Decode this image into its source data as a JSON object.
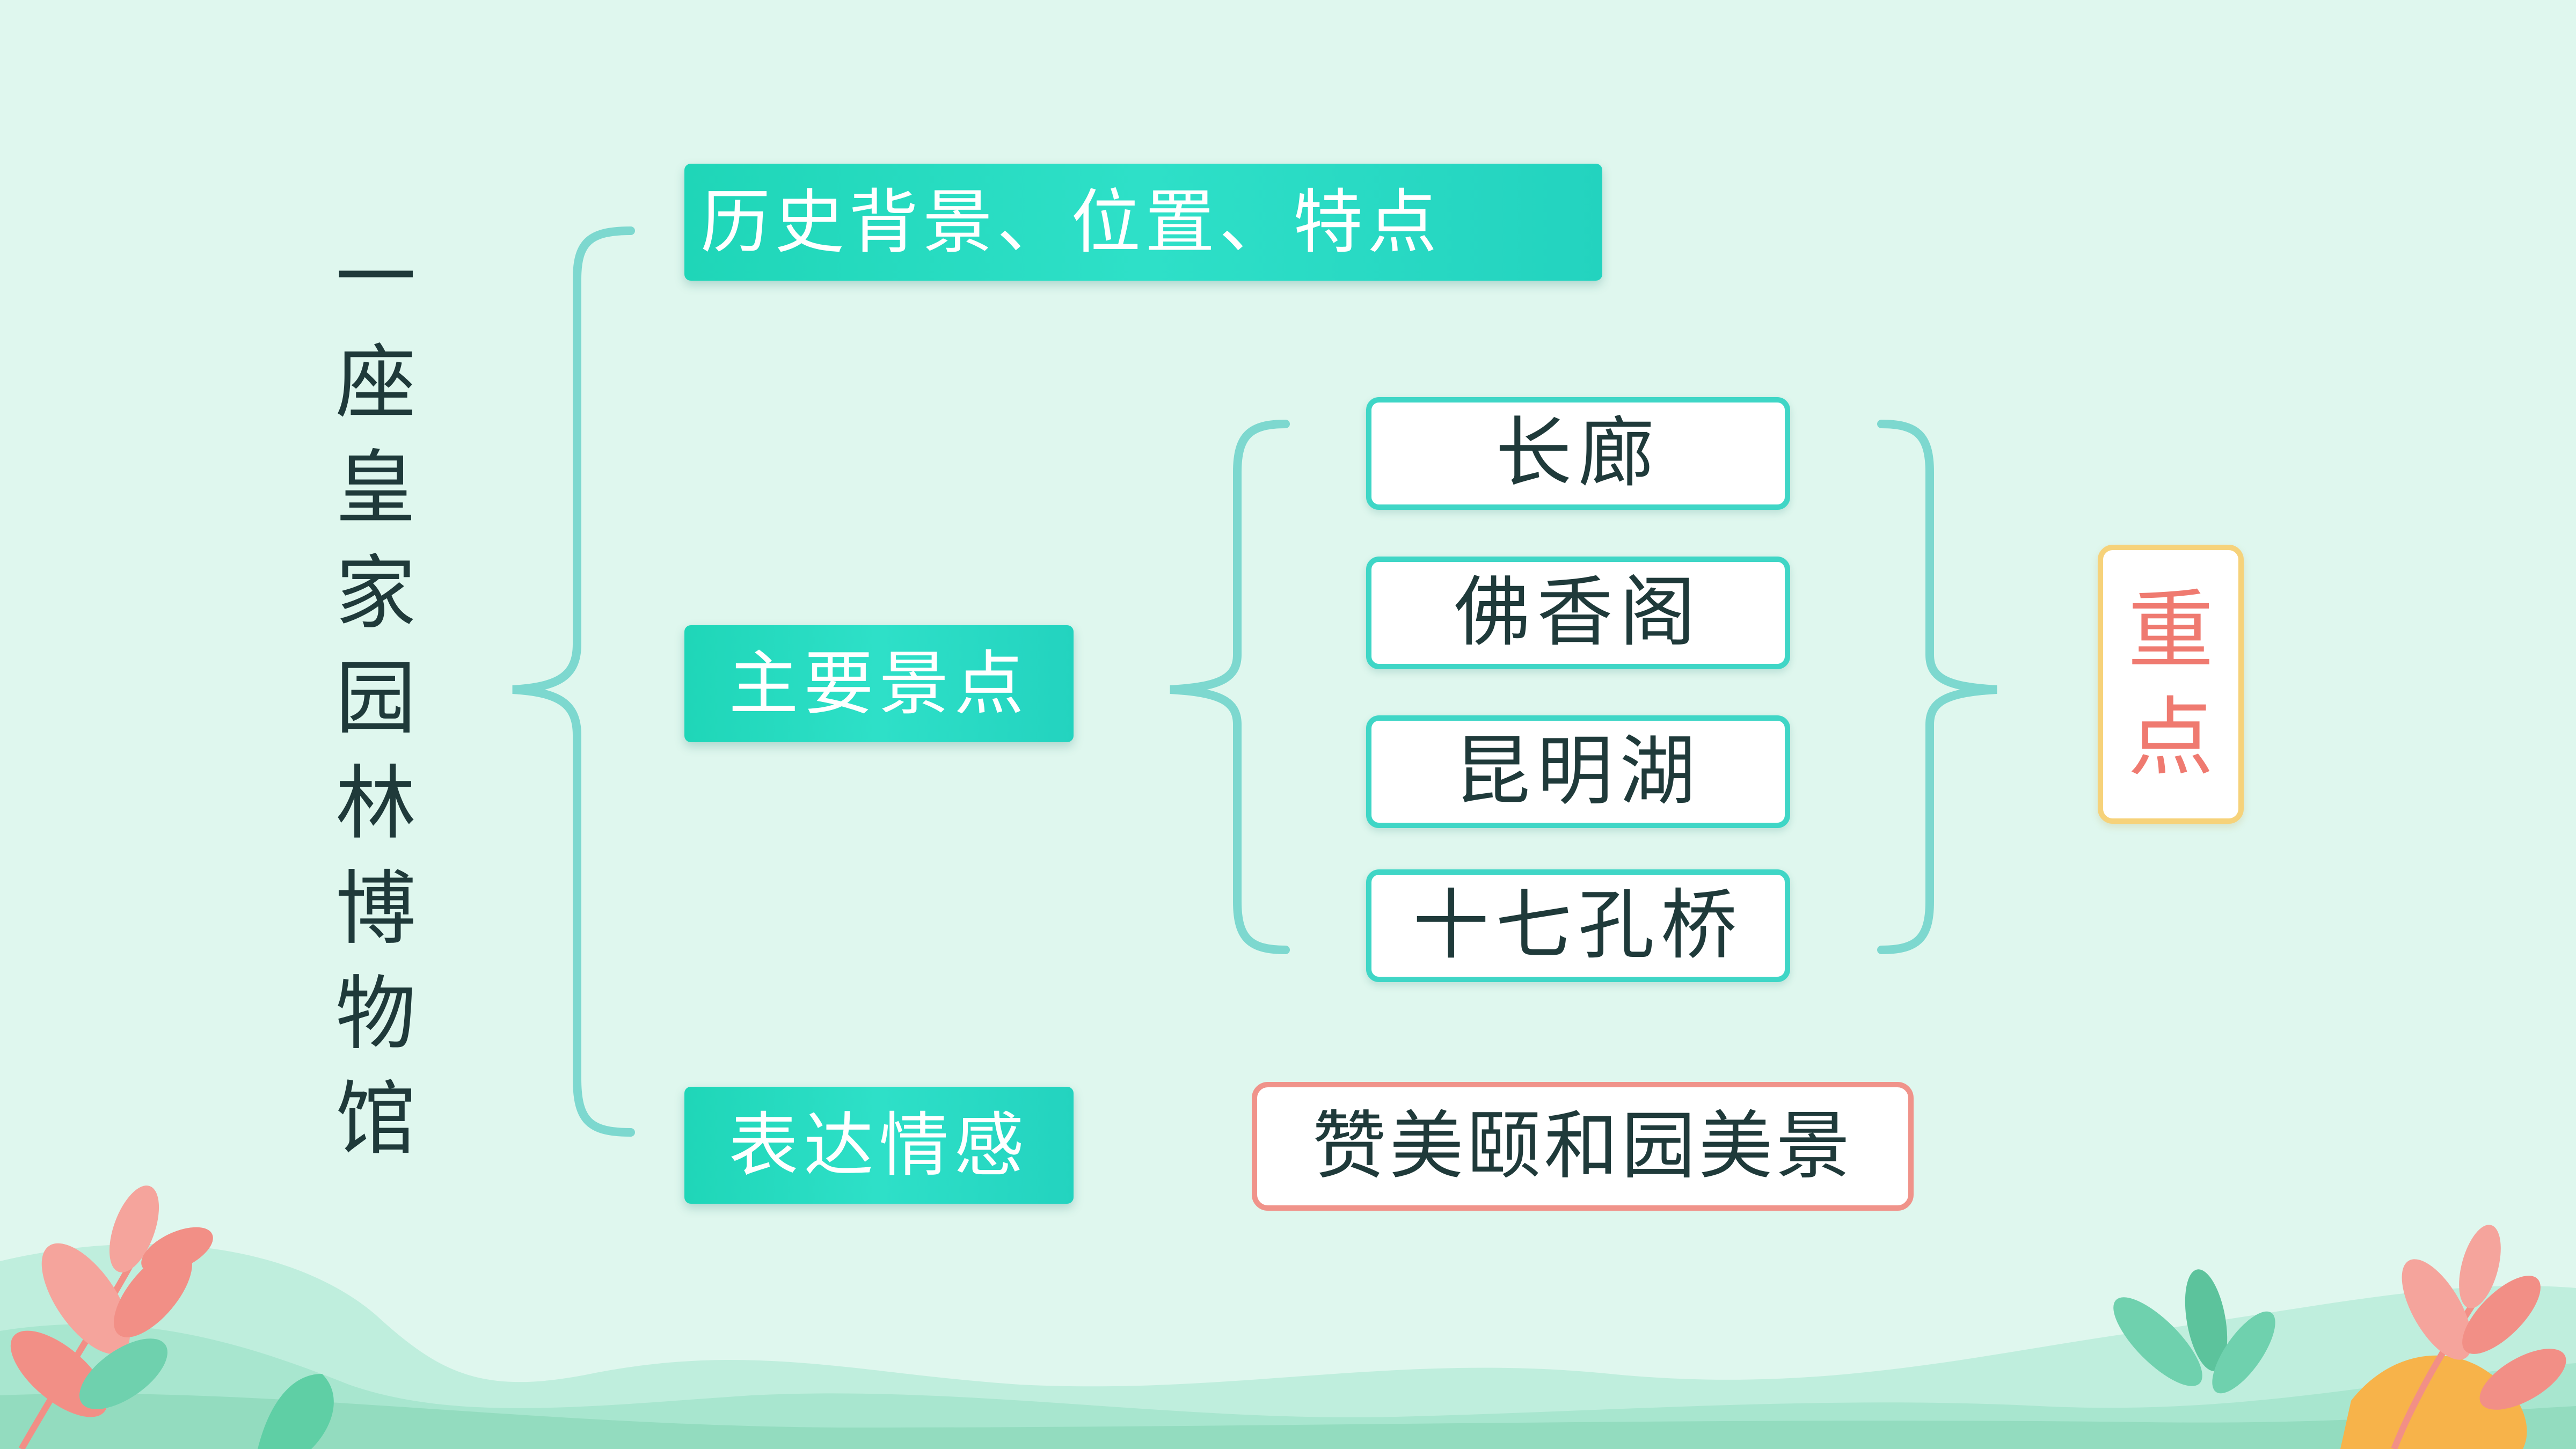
{
  "title_chars": [
    "一",
    "座",
    "皇",
    "家",
    "园",
    "林",
    "博",
    "物",
    "馆"
  ],
  "branches": {
    "history": "历史背景、位置、特点",
    "main_sights": "主要景点",
    "emotion": "表达情感"
  },
  "sights": [
    "长廊",
    "佛香阁",
    "昆明湖",
    "十七孔桥"
  ],
  "key_point": [
    "重",
    "点"
  ],
  "praise": "赞美颐和园美景",
  "colors": {
    "background": "#dff7ee",
    "teal": "#2ee0c8",
    "bracket": "#7dd8cf",
    "sight_border": "#3fd6c6",
    "praise_border": "#f0938a",
    "key_border": "#f6d27a",
    "key_text": "#ef7a70"
  }
}
